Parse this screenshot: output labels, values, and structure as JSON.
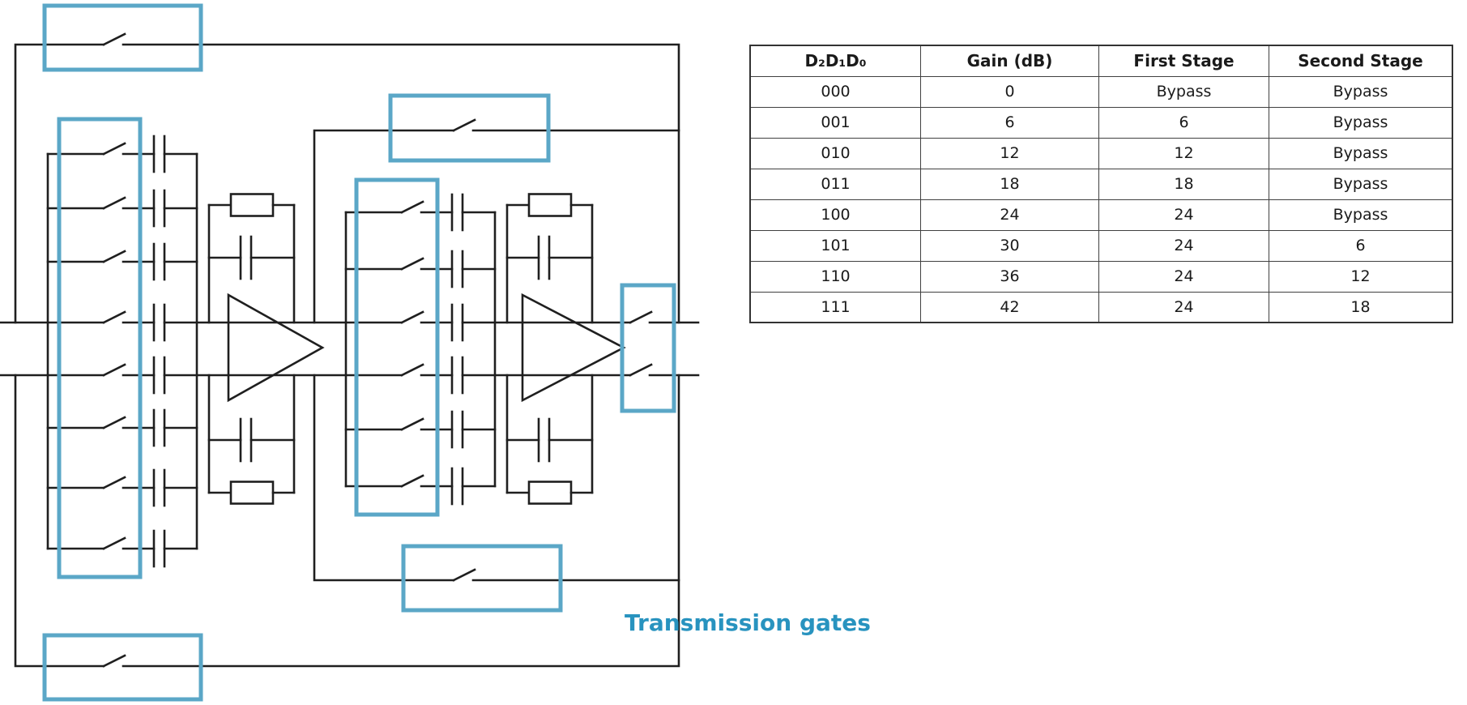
{
  "table": {
    "headers": [
      "D₂D₁D₀",
      "Gain (dB)",
      "First Stage",
      "Second Stage"
    ],
    "rows": [
      [
        "000",
        "0",
        "Bypass",
        "Bypass"
      ],
      [
        "001",
        "6",
        "6",
        "Bypass"
      ],
      [
        "010",
        "12",
        "12",
        "Bypass"
      ],
      [
        "011",
        "18",
        "18",
        "Bypass"
      ],
      [
        "100",
        "24",
        "24",
        "Bypass"
      ],
      [
        "101",
        "30",
        "24",
        "6"
      ],
      [
        "110",
        "36",
        "24",
        "12"
      ],
      [
        "111",
        "42",
        "24",
        "18"
      ]
    ]
  },
  "caption": {
    "transmission_gates_label": "Transmission gates",
    "label_color": "#2893BF"
  },
  "diagram": {
    "highlight_color": "#5BA7C7",
    "line_color": "#1f1f1f",
    "stage1_branch_count": 8,
    "stage2_branch_count": 6,
    "amplifier_count": 2,
    "highlighted_switch_groups": 7
  }
}
